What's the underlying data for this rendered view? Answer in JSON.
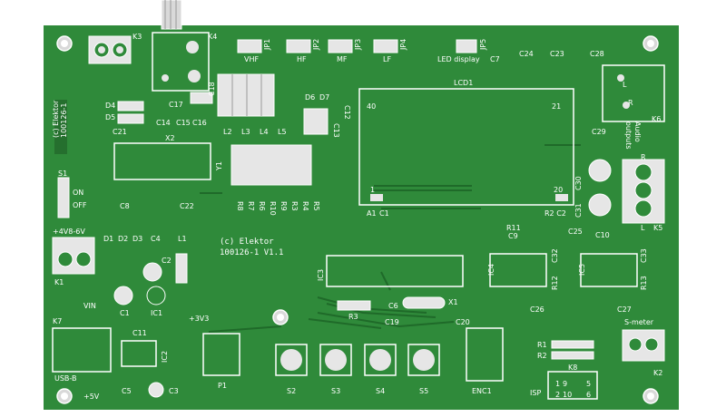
{
  "board": {
    "title_line1": "(c) Elektor",
    "title_line2": "100126-1 V1.1",
    "vertical_line1": "(c) Elektor",
    "vertical_line2": "100126-1",
    "colors": {
      "board": "#2f8a3a",
      "board_dark": "#256f2e",
      "silk": "#ffffff",
      "trace": "#1f6a29",
      "pad": "#d9d9d9",
      "connector": "#e6e6e6"
    }
  },
  "connectors": {
    "k3": "K3",
    "k4": "K4",
    "k5": "K5",
    "k6": "K6",
    "k7": "K7",
    "k1": "K1",
    "k2": "K2",
    "k8": "K8",
    "usb": "USB-B",
    "audio_line1": "Audio",
    "audio_line2": "outputs",
    "smeter": "S-meter",
    "power": "+4V8-6V",
    "vin": "VIN",
    "v5": "+5V",
    "v33": "+3V3",
    "isp": "ISP",
    "lcd": "LCD1"
  },
  "jumpers": [
    {
      "id": "JP1",
      "label": "VHF"
    },
    {
      "id": "JP2",
      "label": "HF"
    },
    {
      "id": "JP3",
      "label": "MF"
    },
    {
      "id": "JP4",
      "label": "LF"
    },
    {
      "id": "JP5",
      "label": "LED display"
    }
  ],
  "switches": [
    {
      "label": "S2"
    },
    {
      "label": "S3"
    },
    {
      "label": "S4"
    },
    {
      "label": "S5"
    }
  ],
  "switch_s1": {
    "label": "S1",
    "on": "ON",
    "off": "OFF"
  },
  "labels": {
    "d4": "D4",
    "d5": "D5",
    "c21": "C21",
    "c17": "C17",
    "c18": "C18",
    "c14": "C14",
    "c15": "C15",
    "c16": "C16",
    "x2": "X2",
    "y1": "Y1",
    "c8": "C8",
    "c22": "C22",
    "d6": "D6",
    "d7": "D7",
    "c12": "C12",
    "c13": "C13",
    "l2": "L2",
    "l3": "L3",
    "l4": "L4",
    "l5": "L5",
    "r8": "R8",
    "r7": "R7",
    "r6": "R6",
    "r10": "R10",
    "r9": "R9",
    "r3": "R3",
    "r4": "R4",
    "r5": "R5",
    "c7": "C7",
    "c24": "C24",
    "c23": "C23",
    "c28": "C28",
    "c29": "C29",
    "c30": "C30",
    "c31": "C31",
    "a1": "A1",
    "c1_lcd": "C1",
    "r2c2": "R2 C2",
    "pin40": "40",
    "pin21": "21",
    "pin1": "1",
    "pin20": "20",
    "d1": "D1",
    "d2": "D2",
    "d3": "D3",
    "c4": "C4",
    "l1": "L1",
    "c2": "C2",
    "c1": "C1",
    "ic1": "IC1",
    "ic3": "IC3",
    "c6": "C6",
    "r3b": "R3",
    "x1": "X1",
    "c19": "C19",
    "c20": "C20",
    "r11": "R11",
    "c9": "C9",
    "c25": "C25",
    "c10": "C10",
    "ic4": "IC4",
    "c32": "C32",
    "r12": "R12",
    "ic5": "IC5",
    "c33": "C33",
    "r13": "R13",
    "c26": "C26",
    "c27": "C27",
    "c11": "C11",
    "ic2": "IC2",
    "c5": "C5",
    "c3": "C3",
    "p1": "P1",
    "enc1": "ENC1",
    "r1": "R1",
    "r2": "R2",
    "r_k6": "R",
    "l_k6": "L",
    "r_k5": "R",
    "l_k5": "L",
    "k8pin1": "1",
    "k8pin2": "2",
    "k8pin9": "9",
    "k8pin10": "10",
    "k8pin5": "5",
    "k8pin6": "6"
  }
}
